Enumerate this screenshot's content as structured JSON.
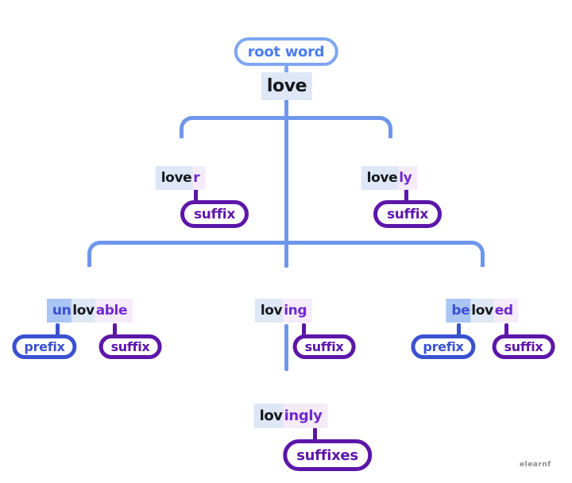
{
  "colors": {
    "line-blue": "#6e96ec",
    "pill-blue": "#7ea6f2",
    "root-text": "#4d7ef0",
    "indigo": "#3b51d1",
    "purple": "#5c16a8",
    "violet": "#7229cf",
    "bg-base": "#dde7f6",
    "bg-prefix": "#abc5f4",
    "bg-suffix": "#f5ebf9",
    "dark": "#17171b",
    "watermark": "#8a8a8a"
  },
  "labels": {
    "root_word": "root word",
    "prefix": "prefix",
    "suffix": "suffix",
    "suffixes": "suffixes"
  },
  "words": {
    "love": [
      {
        "text": "love",
        "role": "base"
      }
    ],
    "lover": [
      {
        "text": "love",
        "role": "base"
      },
      {
        "text": "r",
        "role": "suffix"
      }
    ],
    "lovely": [
      {
        "text": "love",
        "role": "base"
      },
      {
        "text": "ly",
        "role": "suffix"
      }
    ],
    "unlovable": [
      {
        "text": "un",
        "role": "prefix"
      },
      {
        "text": "lov",
        "role": "base"
      },
      {
        "text": "able",
        "role": "suffix"
      }
    ],
    "loving": [
      {
        "text": "lov",
        "role": "base"
      },
      {
        "text": "ing",
        "role": "suffix"
      }
    ],
    "beloved": [
      {
        "text": "be",
        "role": "prefix"
      },
      {
        "text": "lov",
        "role": "base"
      },
      {
        "text": "ed",
        "role": "suffix"
      }
    ],
    "lovingly": [
      {
        "text": "lov",
        "role": "base"
      },
      {
        "text": "ingly",
        "role": "suffix"
      }
    ]
  },
  "watermark": "elearnf"
}
